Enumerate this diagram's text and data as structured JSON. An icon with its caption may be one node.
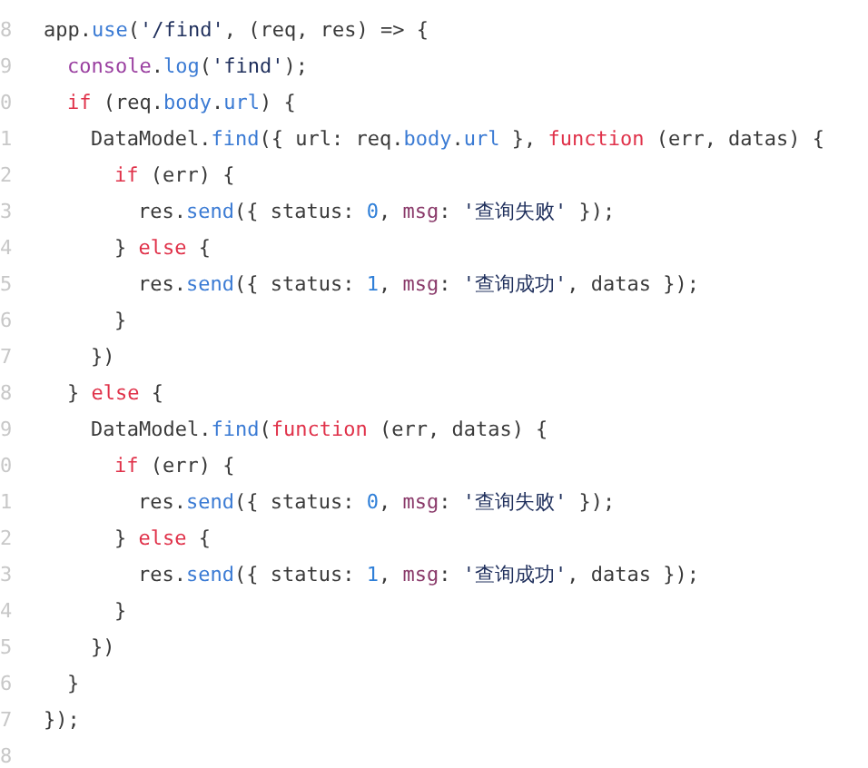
{
  "diagram": {
    "labels": [
      "8",
      "app.use('/find', (req, res) => {",
      "9",
      "console.log('find');",
      "0",
      "if (req.body.url) {",
      "1",
      "DataModel.find({ url: req.body.url }, function (err, datas) {",
      "2",
      "if (err) {",
      "3",
      "res.send({ status: 0, msg: '查询失败' });",
      "4",
      "} else {",
      "5",
      "res.send({ status: 1, msg: '查询成功', datas });",
      "6",
      "}",
      "7",
      "})",
      "8",
      "} else {",
      "9",
      "DataModel.find(function (err, datas) {",
      "0",
      "if (err) {",
      "1",
      "res.send({ status: 0, msg: '查询失败' });",
      "2",
      "} else {",
      "3",
      "res.send({ status: 1, msg: '查询成功', datas });",
      "4",
      "}",
      "5",
      "})",
      "6",
      "}",
      "7",
      "});",
      "8"
    ]
  }
}
